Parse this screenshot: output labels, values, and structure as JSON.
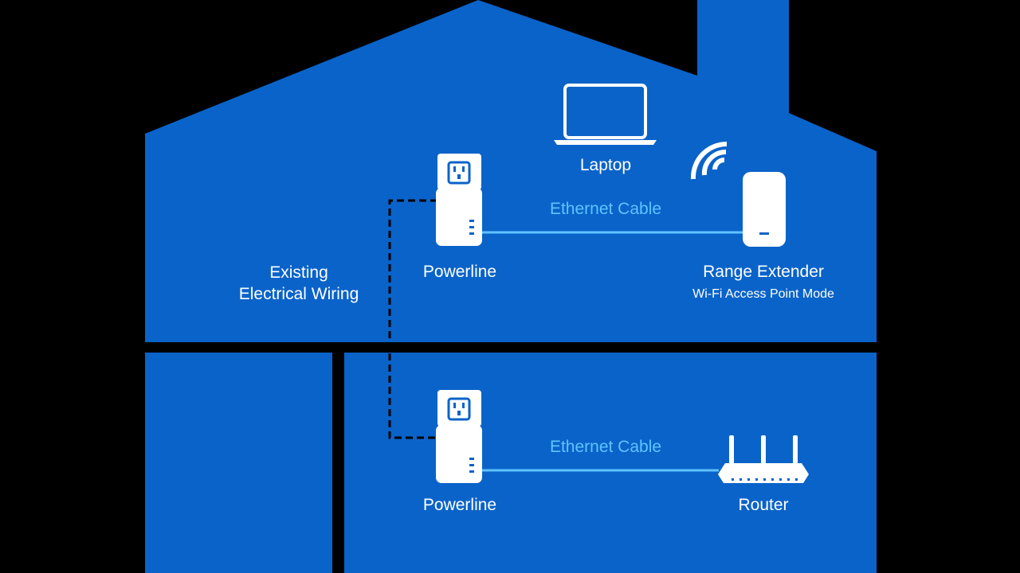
{
  "colors": {
    "background": "#000000",
    "house": "#0a63c9",
    "device": "#ffffff",
    "cable": "#5fc3ff",
    "wiring": "#000000"
  },
  "labels": {
    "laptop": "Laptop",
    "ethernet_top": "Ethernet Cable",
    "ethernet_bottom": "Ethernet Cable",
    "powerline_top": "Powerline",
    "powerline_bottom": "Powerline",
    "range_extender": "Range Extender",
    "range_extender_mode": "Wi-Fi Access Point Mode",
    "wiring_line1": "Existing",
    "wiring_line2": "Electrical Wiring",
    "router": "Router"
  },
  "icons": [
    "laptop-icon",
    "outlet-icon",
    "powerline-adapter-icon",
    "wifi-icon",
    "range-extender-icon",
    "router-icon"
  ]
}
